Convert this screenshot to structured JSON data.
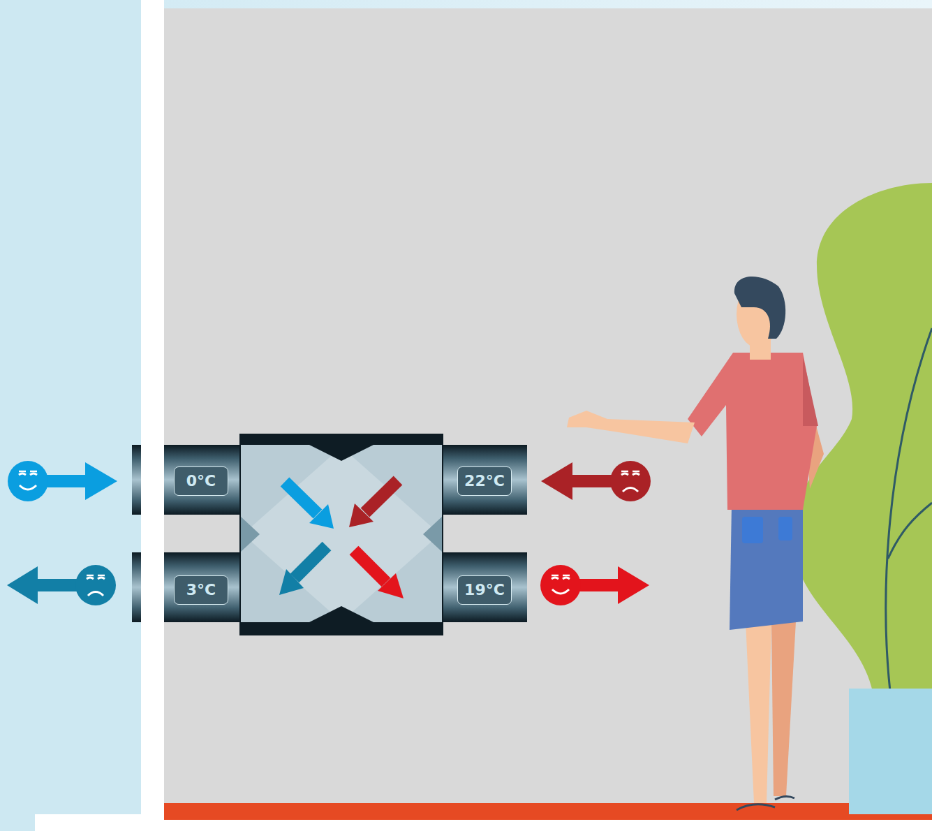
{
  "diagram": {
    "nodes": [
      {
        "text": [
          "0°C"
        ]
      },
      {
        "text": [
          "22°C"
        ]
      },
      {
        "text": [
          "3°C"
        ]
      },
      {
        "text": [
          "19°C"
        ]
      }
    ]
  }
}
